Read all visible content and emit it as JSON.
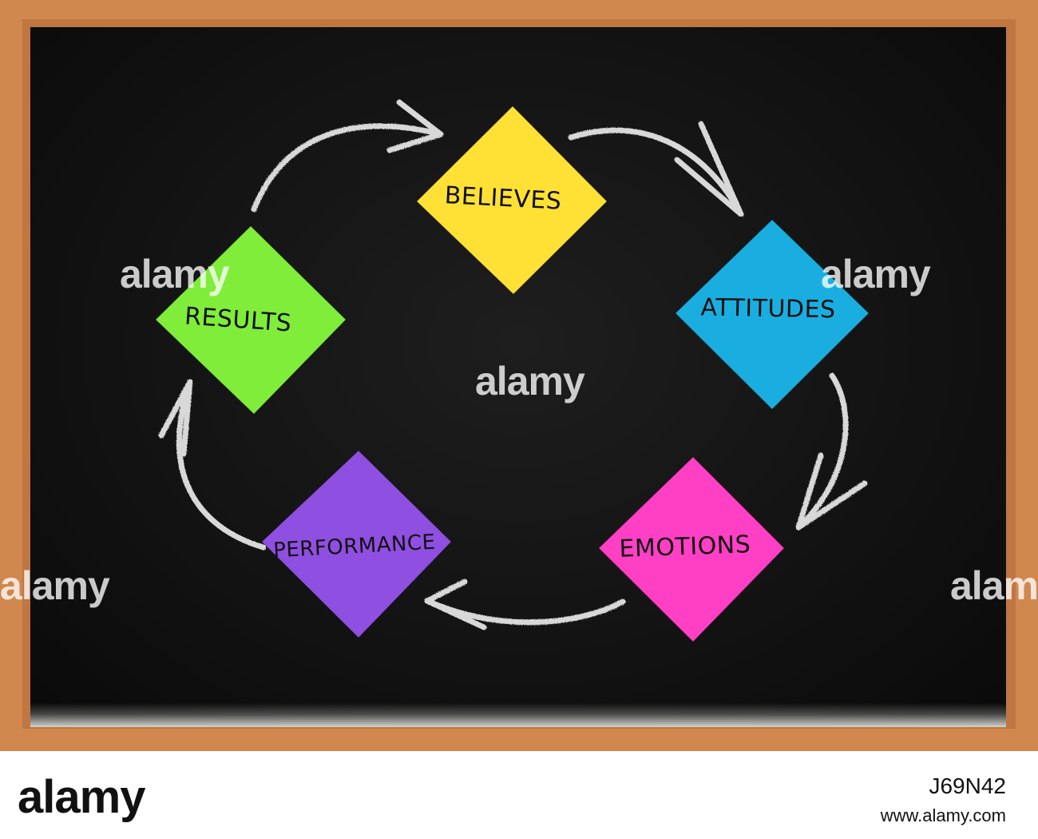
{
  "notes": [
    {
      "id": "believes",
      "label": "BELIEVES",
      "color": "#ffe135"
    },
    {
      "id": "attitudes",
      "label": "ATTITUDES",
      "color": "#1aaee0"
    },
    {
      "id": "emotions",
      "label": "EMOTIONS",
      "color": "#ff3fc4"
    },
    {
      "id": "performance",
      "label": "PERFORMANCE",
      "color": "#8f4fe0"
    },
    {
      "id": "results",
      "label": "RESULTS",
      "color": "#7fed3a"
    }
  ],
  "colors": {
    "frame": "#d1884f",
    "board": "#141414",
    "chalk": "#e9e9e9"
  },
  "watermark": {
    "text": "alamy",
    "image_id": "J69N42",
    "url": "www.alamy.com"
  }
}
